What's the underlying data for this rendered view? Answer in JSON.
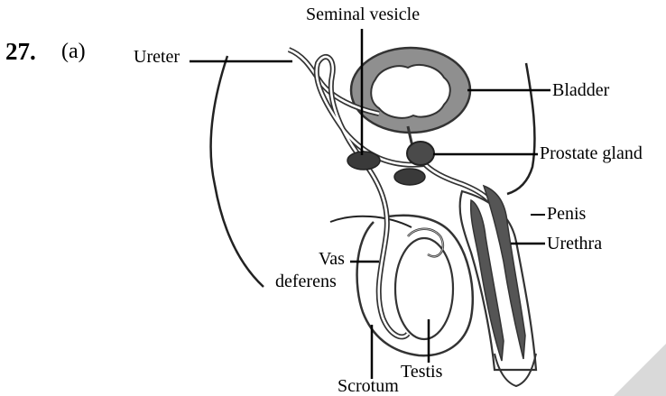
{
  "question": {
    "number": "27.",
    "part": "(a)"
  },
  "labels": {
    "seminal_vesicle": "Seminal vesicle",
    "ureter": "Ureter",
    "bladder": "Bladder",
    "prostate_gland": "Prostate gland",
    "penis": "Penis",
    "urethra": "Urethra",
    "vas": "Vas",
    "deferens": "deferens",
    "testis": "Testis",
    "scrotum": "Scrotum"
  }
}
